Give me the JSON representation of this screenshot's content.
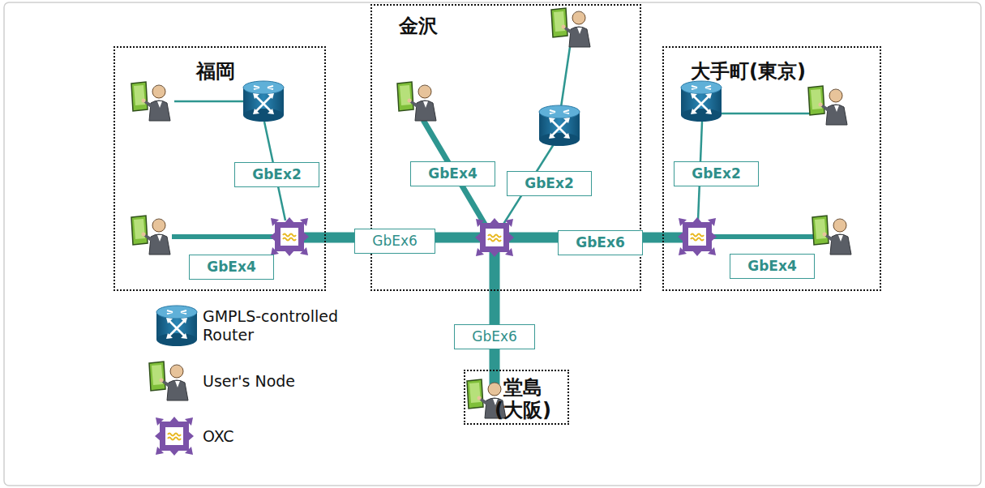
{
  "diagram": {
    "nodes": [
      {
        "text": [
          "福岡"
        ]
      },
      {
        "text": [
          "GbEx2"
        ],
        "in": 0
      },
      {
        "text": [
          "GbEx4"
        ],
        "in": 0
      },
      {
        "text": [
          "金沢"
        ]
      },
      {
        "text": [
          "GbEx4"
        ],
        "in": 3
      },
      {
        "text": [
          "GbEx2"
        ],
        "in": 3
      },
      {
        "text": [
          "GbEx6"
        ],
        "in": 3
      },
      {
        "text": [
          "大手町(東京)"
        ]
      },
      {
        "text": [
          "GbEx2"
        ],
        "in": 7
      },
      {
        "text": [
          "GbEx4"
        ],
        "in": 7
      },
      {
        "text": [
          "GbEx6"
        ]
      },
      {
        "text": [
          "GbEx6"
        ]
      },
      {
        "text": [
          "堂島 (大阪)"
        ]
      }
    ],
    "legend": [
      {
        "text": "GMPLS-controlled Router"
      },
      {
        "text": "User's Node"
      },
      {
        "text": "OXC"
      }
    ]
  }
}
